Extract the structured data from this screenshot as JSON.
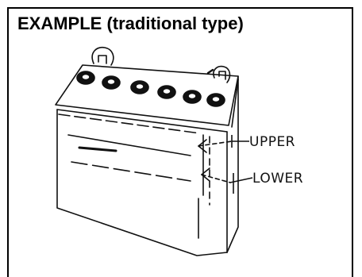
{
  "title": "EXAMPLE (traditional type)",
  "labels": {
    "upper": "UPPER",
    "lower": "LOWER"
  },
  "illustration": {
    "subject": "battery-icon",
    "cell_caps": 6
  }
}
